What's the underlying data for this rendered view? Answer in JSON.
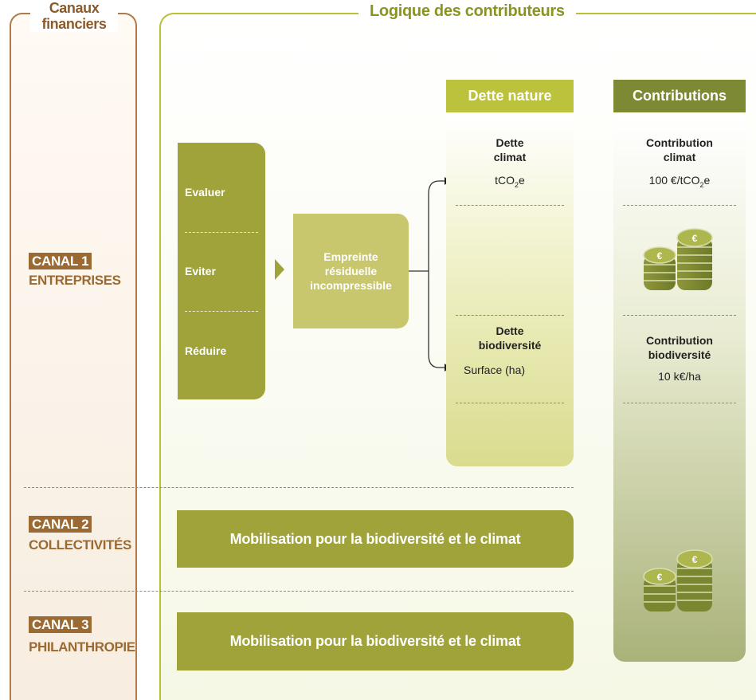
{
  "left": {
    "title_line1": "Canaux",
    "title_line2": "financiers",
    "canals": [
      {
        "badge": "CANAL 1",
        "label": "ENTREPRISES"
      },
      {
        "badge": "CANAL 2",
        "label": "COLLECTIVITÉS"
      },
      {
        "badge": "CANAL 3",
        "label": "PHILANTHROPIE"
      }
    ]
  },
  "right": {
    "title": "Logique des contributeurs",
    "steps": [
      "Evaluer",
      "Eviter",
      "Réduire"
    ],
    "empreinte": [
      "Empreinte",
      "résiduelle",
      "incompressible"
    ],
    "dette": {
      "header": "Dette nature",
      "climat_title_1": "Dette",
      "climat_title_2": "climat",
      "climat_unit_prefix": "tCO",
      "climat_unit_sub": "2",
      "climat_unit_suffix": "e",
      "bio_title_1": "Dette",
      "bio_title_2": "biodiversité",
      "bio_unit": "Surface (ha)"
    },
    "contributions": {
      "header": "Contributions",
      "climat_title_1": "Contribution",
      "climat_title_2": "climat",
      "climat_value_prefix": "100 €/tCO",
      "climat_value_sub": "2",
      "climat_value_suffix": "e",
      "bio_title_1": "Contribution",
      "bio_title_2": "biodiversité",
      "bio_value": "10 k€/ha"
    },
    "mobilisation_1": "Mobilisation pour la biodiversité et le climat",
    "mobilisation_2": "Mobilisation pour la biodiversité et le climat"
  },
  "colors": {
    "brown": "#9a6a32",
    "olive": "#9fa33a",
    "dark_olive": "#7d8a33",
    "light_olive": "#bcc23c"
  },
  "icons": [
    "coins-stack-icon",
    "coins-stack-icon"
  ]
}
